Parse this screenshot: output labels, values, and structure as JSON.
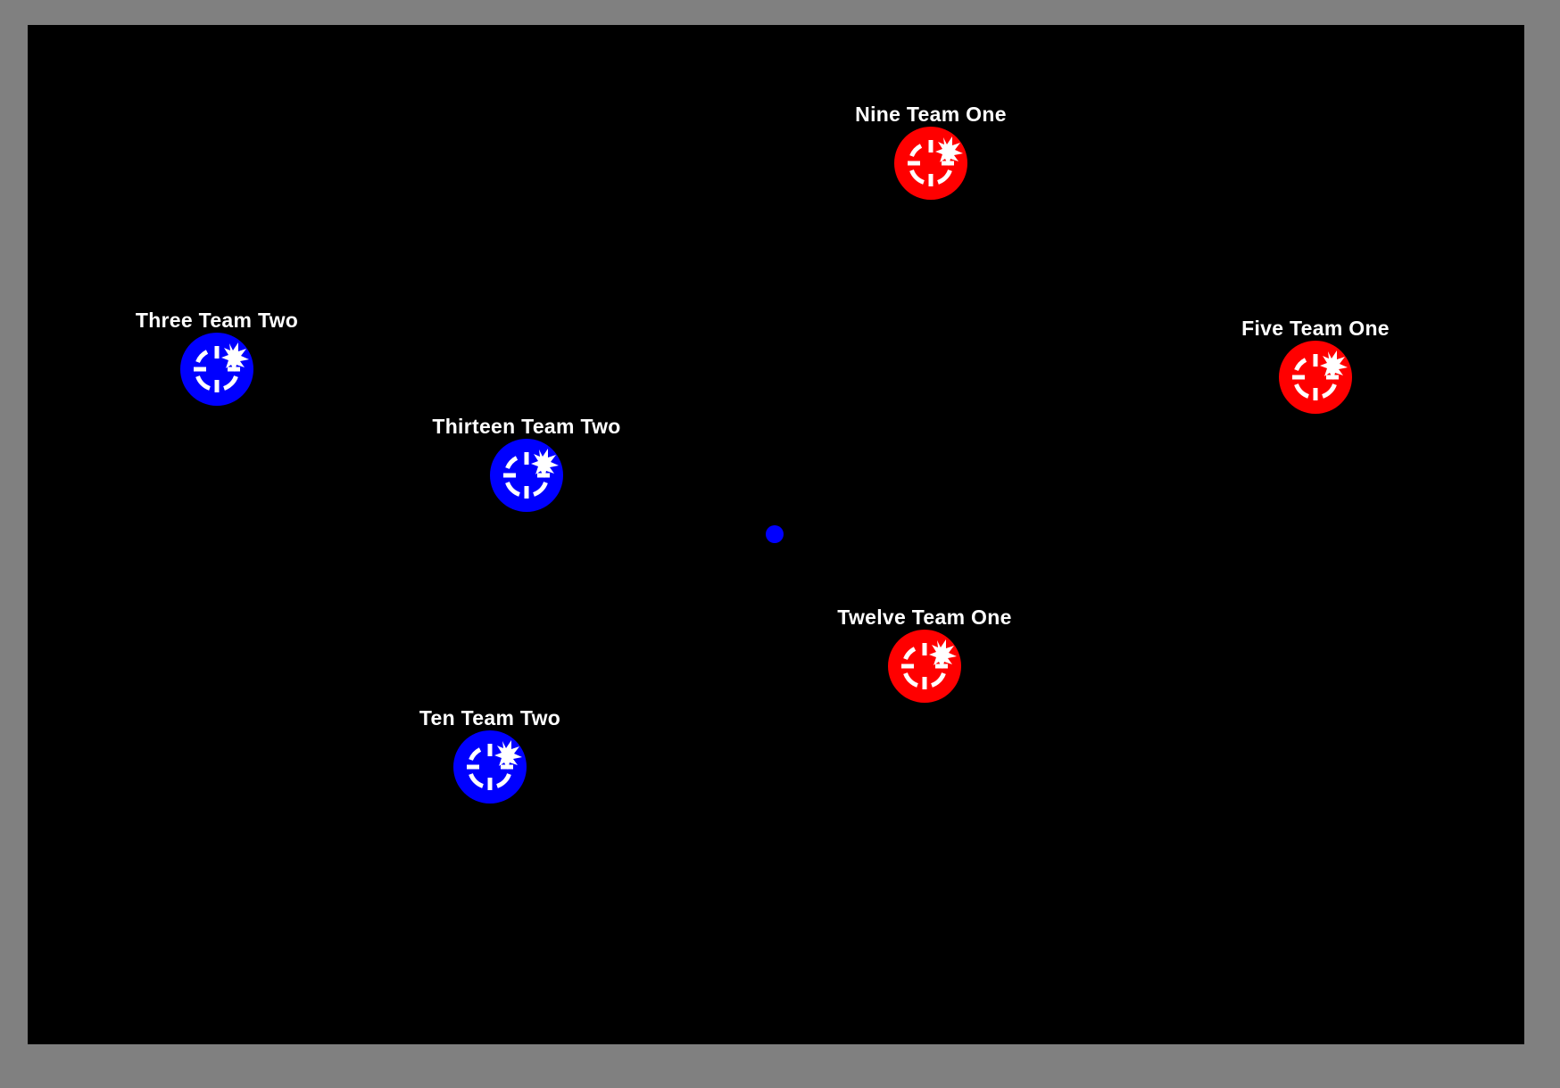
{
  "colors": {
    "frame": "#808080",
    "arena": "#000000",
    "label": "#ffffff",
    "icon_glyph": "#ffffff",
    "center_marker": "#0000ff"
  },
  "teams": {
    "team_one": {
      "color": "#ff0000"
    },
    "team_two": {
      "color": "#0000ff"
    }
  },
  "units": [
    {
      "id": "nine",
      "label": "Nine Team One",
      "team": "team_one",
      "icon": "target-hit-icon"
    },
    {
      "id": "three",
      "label": "Three Team Two",
      "team": "team_two",
      "icon": "target-hit-icon"
    },
    {
      "id": "five",
      "label": "Five Team One",
      "team": "team_one",
      "icon": "target-hit-icon"
    },
    {
      "id": "thirteen",
      "label": "Thirteen Team Two",
      "team": "team_two",
      "icon": "target-hit-icon"
    },
    {
      "id": "twelve",
      "label": "Twelve Team One",
      "team": "team_one",
      "icon": "target-hit-icon"
    },
    {
      "id": "ten",
      "label": "Ten Team Two",
      "team": "team_two",
      "icon": "target-hit-icon"
    }
  ],
  "center_marker": {
    "icon": "center-point-icon"
  }
}
